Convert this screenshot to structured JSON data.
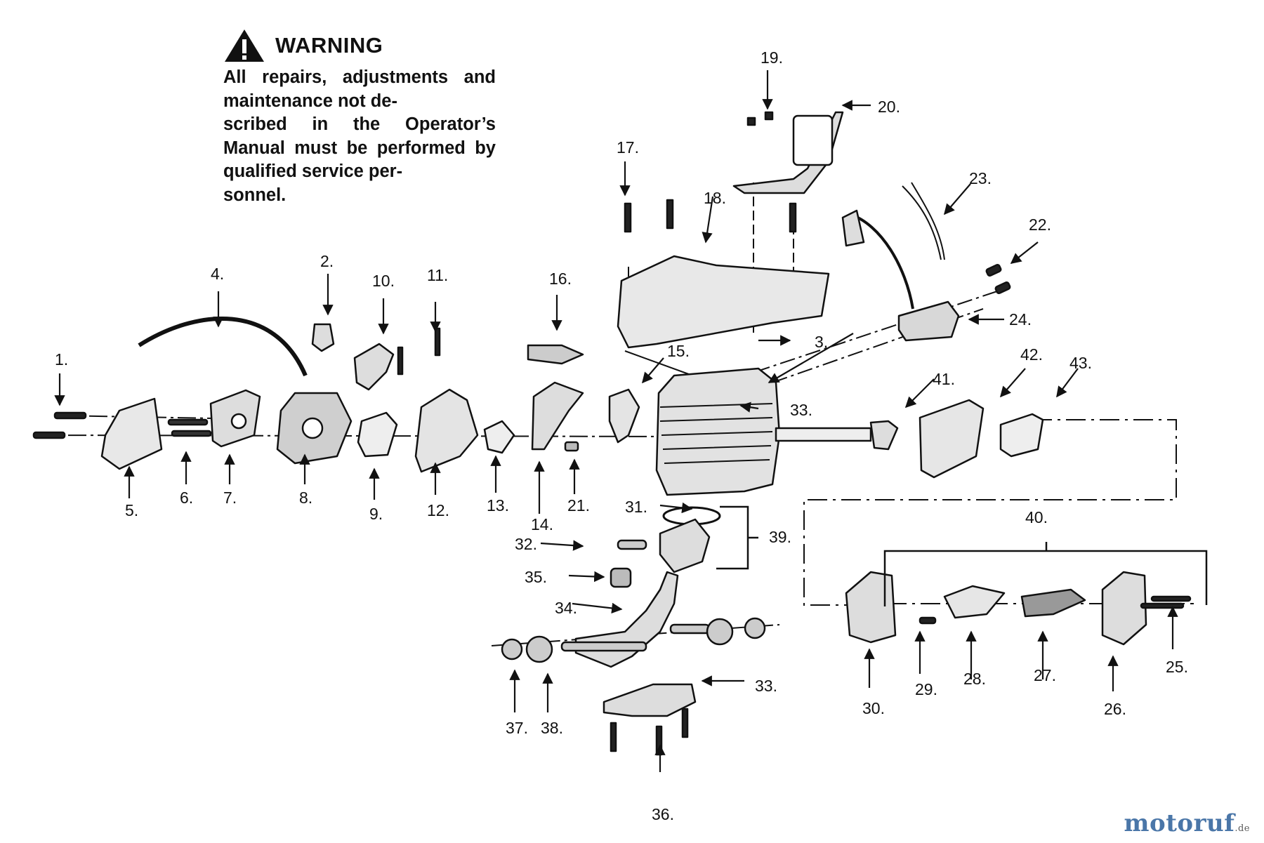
{
  "warning": {
    "title": "WARNING",
    "text": "All repairs, adjustments and maintenance not de-\nscribed in the Operator’s Manual must be performed by qualified  service per-\nsonnel."
  },
  "watermark": {
    "name": "motoruf",
    "suffix": ".de",
    "color": "#4a76a8"
  },
  "parts": [
    {
      "n": "1."
    },
    {
      "n": "2."
    },
    {
      "n": "3."
    },
    {
      "n": "4."
    },
    {
      "n": "5."
    },
    {
      "n": "6."
    },
    {
      "n": "7."
    },
    {
      "n": "8."
    },
    {
      "n": "9."
    },
    {
      "n": "10."
    },
    {
      "n": "11."
    },
    {
      "n": "12."
    },
    {
      "n": "13."
    },
    {
      "n": "14."
    },
    {
      "n": "15."
    },
    {
      "n": "16."
    },
    {
      "n": "17."
    },
    {
      "n": "18."
    },
    {
      "n": "19."
    },
    {
      "n": "20."
    },
    {
      "n": "21."
    },
    {
      "n": "22."
    },
    {
      "n": "23."
    },
    {
      "n": "24."
    },
    {
      "n": "25."
    },
    {
      "n": "26."
    },
    {
      "n": "27."
    },
    {
      "n": "28."
    },
    {
      "n": "29."
    },
    {
      "n": "30."
    },
    {
      "n": "31."
    },
    {
      "n": "32."
    },
    {
      "n": "33."
    },
    {
      "n": "33."
    },
    {
      "n": "34."
    },
    {
      "n": "35."
    },
    {
      "n": "36."
    },
    {
      "n": "37."
    },
    {
      "n": "38."
    },
    {
      "n": "39."
    },
    {
      "n": "40."
    },
    {
      "n": "41."
    },
    {
      "n": "42."
    },
    {
      "n": "43."
    }
  ]
}
